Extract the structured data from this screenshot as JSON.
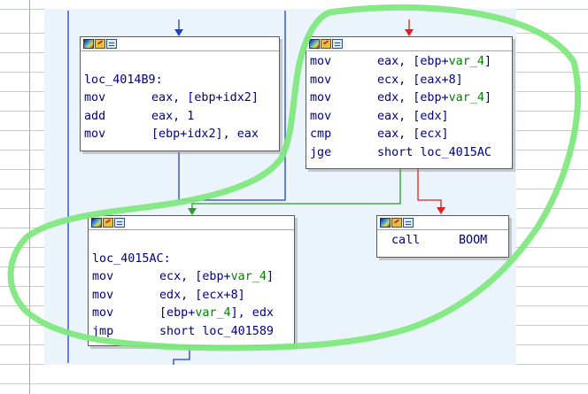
{
  "nodes": {
    "loc_4014b9": {
      "label": "loc_4014B9:",
      "lines": [
        {
          "mn": "mov",
          "pre": "eax, [ebp+",
          "var": "",
          "post": "idx2]"
        },
        {
          "mn": "add",
          "pre": "eax, 1",
          "var": "",
          "post": ""
        },
        {
          "mn": "mov",
          "pre": "[ebp+idx2], eax",
          "var": "",
          "post": ""
        }
      ]
    },
    "compare": {
      "lines": [
        {
          "mn": "mov",
          "pre": "eax, [ebp+",
          "var": "var_4",
          "post": "]"
        },
        {
          "mn": "mov",
          "pre": "ecx, [eax+8]",
          "var": "",
          "post": ""
        },
        {
          "mn": "mov",
          "pre": "edx, [ebp+",
          "var": "var_4",
          "post": "]"
        },
        {
          "mn": "mov",
          "pre": "eax, [edx]",
          "var": "",
          "post": ""
        },
        {
          "mn": "cmp",
          "pre": "eax, [ecx]",
          "var": "",
          "post": ""
        },
        {
          "mn": "jge",
          "pre": "short loc_4015AC",
          "var": "",
          "post": ""
        }
      ]
    },
    "boom": {
      "lines": [
        {
          "mn": "call",
          "pre": "BOOM",
          "var": "",
          "post": ""
        }
      ]
    },
    "loc_4015ac": {
      "label": "loc_4015AC:",
      "lines": [
        {
          "mn": "mov",
          "pre": "ecx, [ebp+",
          "var": "var_4",
          "post": "]"
        },
        {
          "mn": "mov",
          "pre": "edx, [ecx+8]",
          "var": "",
          "post": ""
        },
        {
          "mn": "mov",
          "pre": "[ebp+",
          "var": "var_4",
          "post": "], edx"
        },
        {
          "mn": "jmp",
          "pre": "short loc_401589",
          "var": "",
          "post": ""
        }
      ]
    }
  },
  "icons": [
    "graph-icon",
    "pencil-icon",
    "list-icon"
  ],
  "colors": {
    "edge_default": "#1f3fcf",
    "edge_taken": "#2a9a2a",
    "edge_not_taken": "#e02020",
    "annotation": "#7fe87f"
  }
}
